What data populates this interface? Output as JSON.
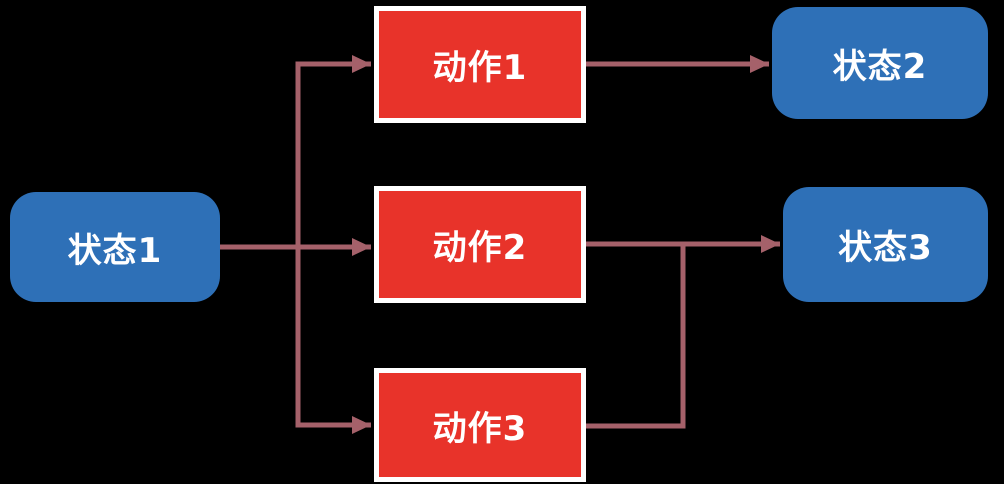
{
  "diagram": {
    "type": "flowchart",
    "colors": {
      "background": "#000000",
      "state_fill": "#2E70B7",
      "action_fill": "#E8332A",
      "action_border": "#FFFFFF",
      "connector": "#A5616A",
      "text": "#FFFFFF"
    },
    "nodes": {
      "state1": {
        "label": "状态1",
        "kind": "state"
      },
      "action1": {
        "label": "动作1",
        "kind": "action"
      },
      "action2": {
        "label": "动作2",
        "kind": "action"
      },
      "action3": {
        "label": "动作3",
        "kind": "action"
      },
      "state2": {
        "label": "状态2",
        "kind": "state"
      },
      "state3": {
        "label": "状态3",
        "kind": "state"
      }
    },
    "edges": [
      {
        "from": "state1",
        "to": "action1"
      },
      {
        "from": "state1",
        "to": "action2"
      },
      {
        "from": "state1",
        "to": "action3"
      },
      {
        "from": "action1",
        "to": "state2"
      },
      {
        "from": "action2",
        "to": "state3"
      },
      {
        "from": "action3",
        "to": "state3"
      }
    ]
  }
}
